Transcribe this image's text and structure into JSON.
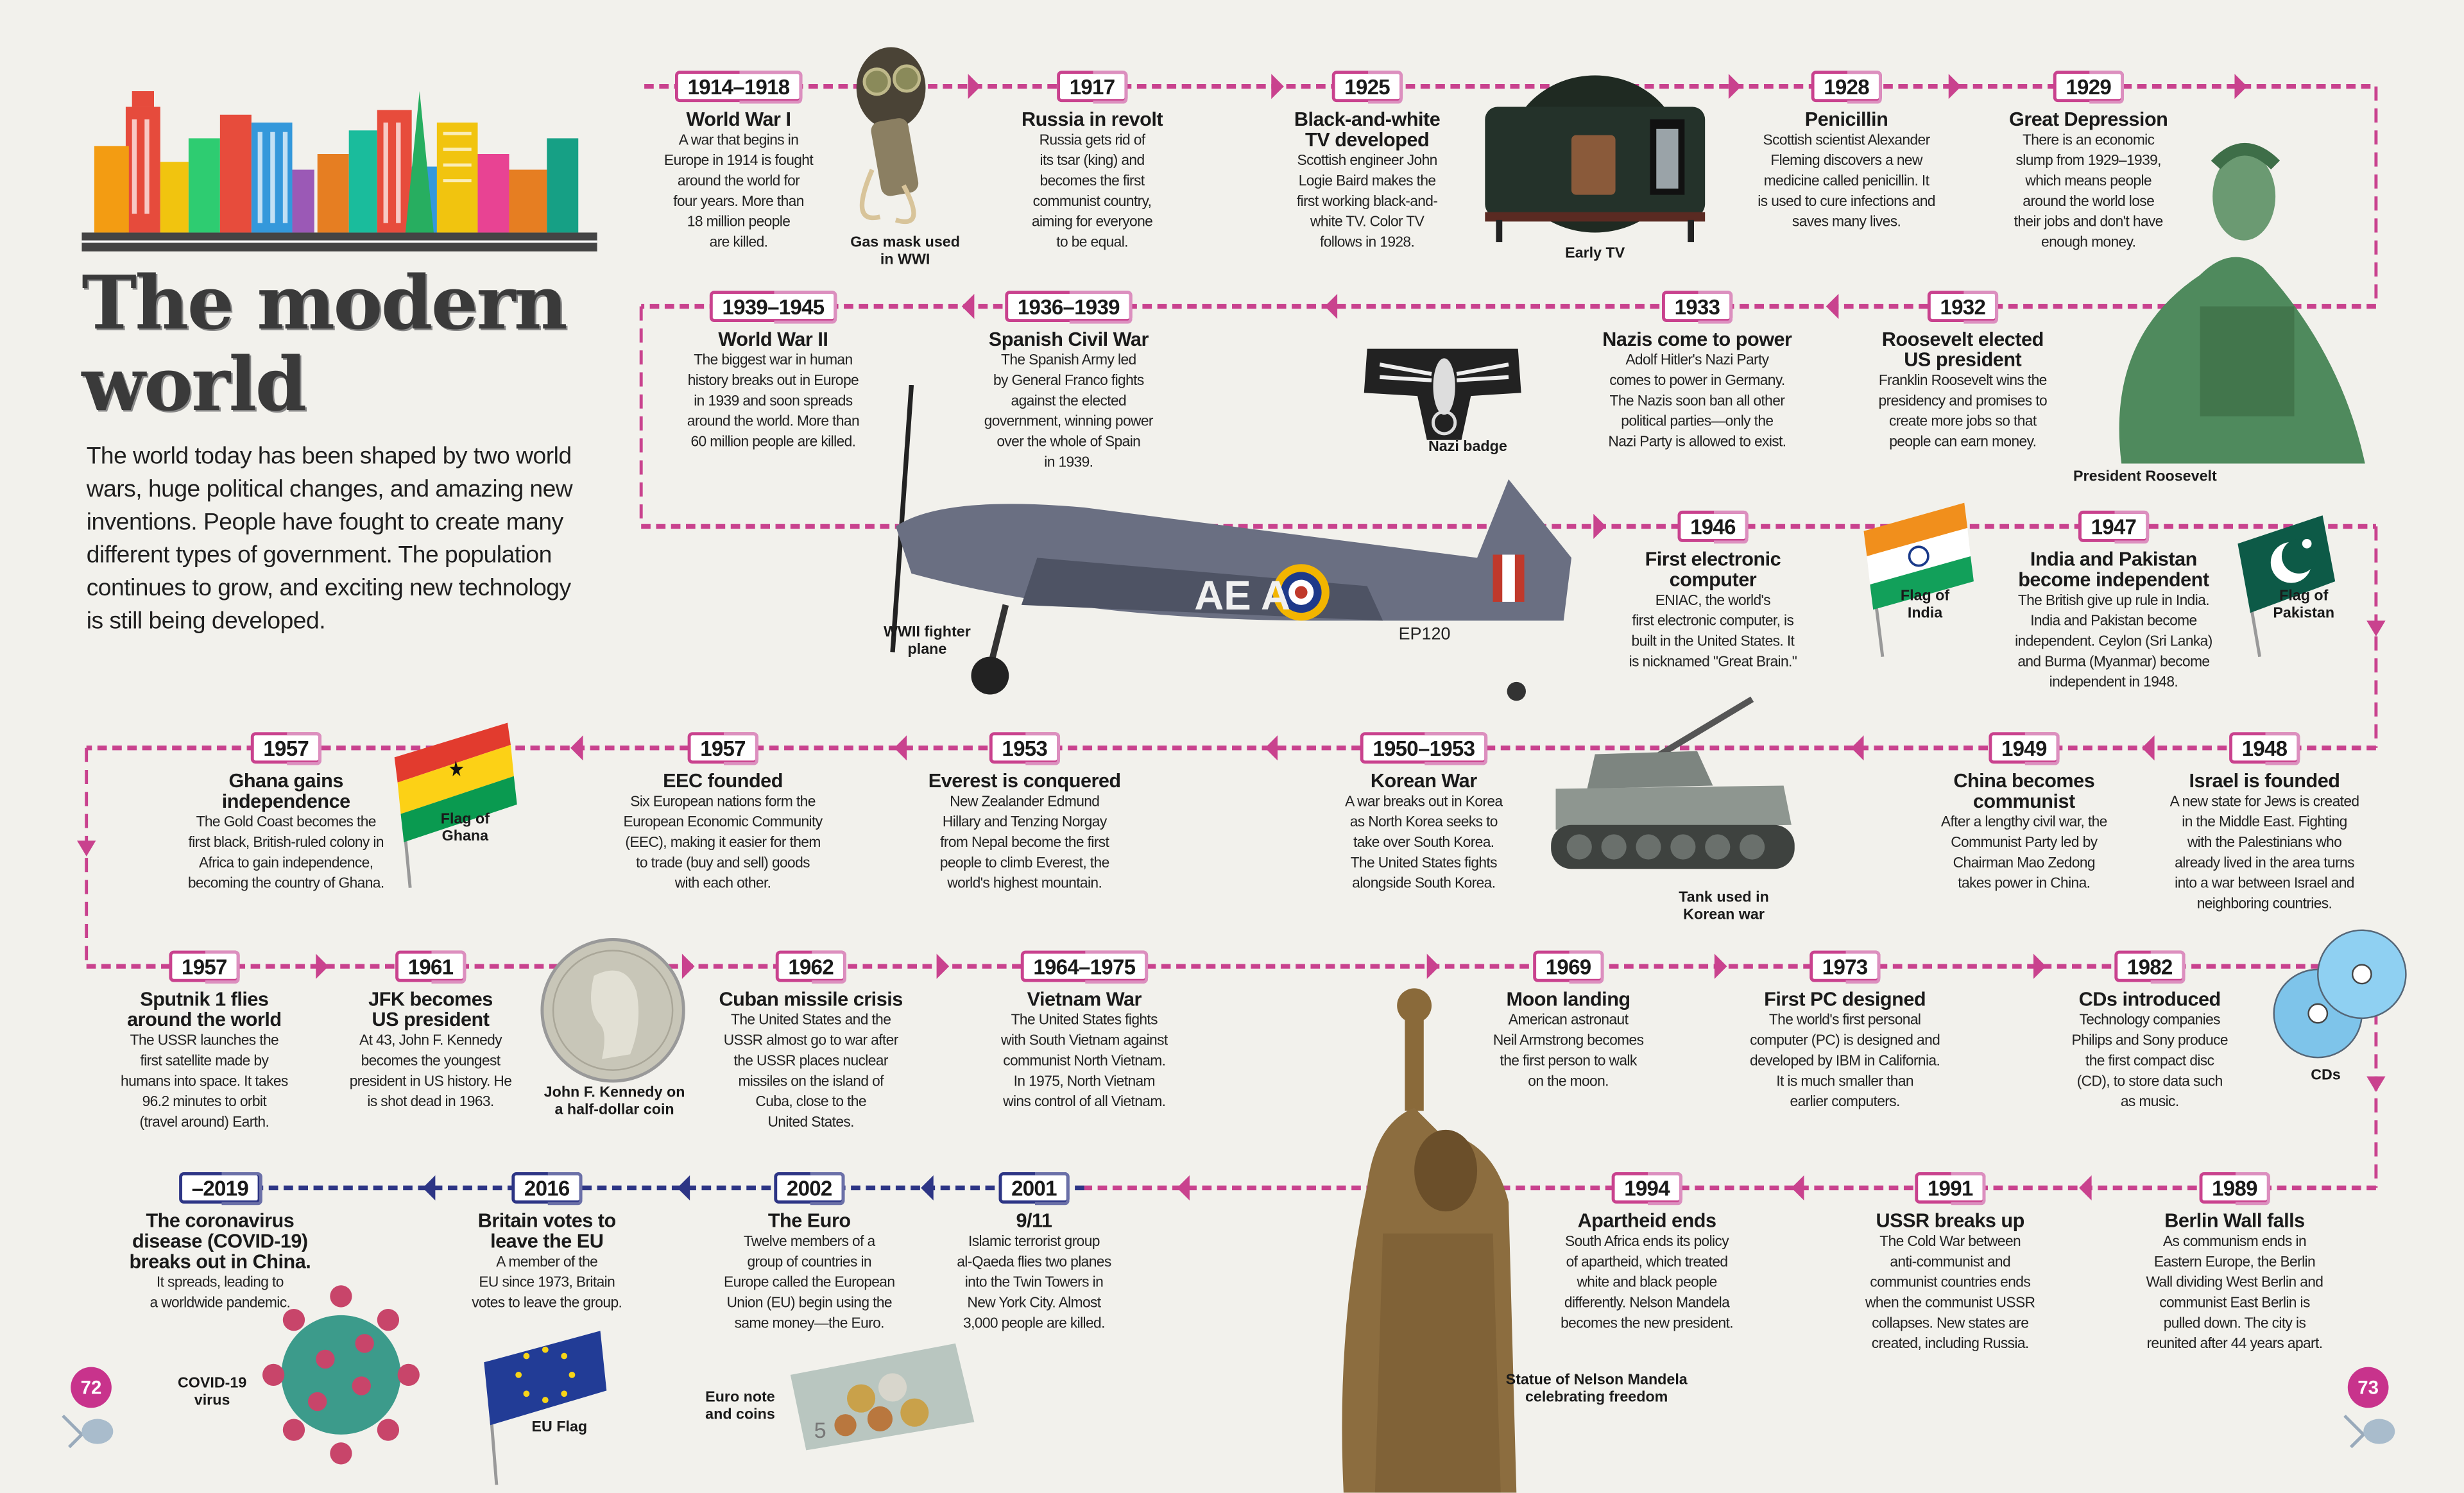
{
  "page": {
    "title": "The modern\nworld",
    "intro": "The world today has been shaped by two world wars, huge political changes, and amazing new inventions. People have fought to create many different types of government. The population continues to grow, and exciting new technology is still being developed.",
    "page_left": "72",
    "page_right": "73"
  },
  "colors": {
    "timeline": "#c9428e",
    "timeline_recent": "#2d3585",
    "background": "#f2f1ec",
    "page_number": "#c8338c"
  },
  "events": [
    {
      "date": "1914–1918",
      "title": "World War I",
      "text": "A war that begins in\nEurope in 1914 is fought\naround the world for\nfour years. More than\n18 million people\nare killed."
    },
    {
      "date": "1917",
      "title": "Russia in revolt",
      "text": "Russia gets rid of\nits tsar (king) and\nbecomes the first\ncommunist country,\naiming for everyone\nto be equal."
    },
    {
      "date": "1925",
      "title": "Black-and-white\nTV developed",
      "text": "Scottish engineer John\nLogie Baird makes the\nfirst working black-and-\nwhite TV. Color TV\nfollows in 1928."
    },
    {
      "date": "1928",
      "title": "Penicillin",
      "text": "Scottish scientist Alexander\nFleming discovers a new\nmedicine called penicillin. It\nis used to cure infections and\nsaves many lives."
    },
    {
      "date": "1929",
      "title": "Great Depression",
      "text": "There is an economic\nslump from 1929–1939,\nwhich means people\naround the world lose\ntheir jobs and don't have\nenough money."
    },
    {
      "date": "1939–1945",
      "title": "World War II",
      "text": "The biggest war in human\nhistory breaks out in Europe\nin 1939 and soon spreads\naround the world. More than\n60 million people are killed."
    },
    {
      "date": "1936–1939",
      "title": "Spanish Civil War",
      "text": "The Spanish Army led\nby General Franco fights\nagainst the elected\ngovernment, winning power\nover the whole of Spain\nin 1939."
    },
    {
      "date": "1933",
      "title": "Nazis come to power",
      "text": "Adolf Hitler's Nazi Party\ncomes to power in Germany.\nThe Nazis soon ban all other\npolitical parties—only the\nNazi Party is allowed to exist."
    },
    {
      "date": "1932",
      "title": "Roosevelt elected\nUS president",
      "text": "Franklin Roosevelt wins the\npresidency and promises to\ncreate more jobs so that\npeople can earn money."
    },
    {
      "date": "1946",
      "title": "First electronic\ncomputer",
      "text": "ENIAC, the world's\nfirst electronic computer, is\nbuilt in the United States. It\nis nicknamed \"Great Brain.\""
    },
    {
      "date": "1947",
      "title": "India and Pakistan\nbecome independent",
      "text": "The British give up rule in India.\nIndia and Pakistan become\nindependent. Ceylon (Sri Lanka)\nand Burma (Myanmar) become\nindependent in 1948."
    },
    {
      "date": "1957",
      "title": "Ghana gains\nindependence",
      "text": "The Gold Coast becomes the\nfirst black, British-ruled colony in\nAfrica to gain independence,\nbecoming the country of Ghana."
    },
    {
      "date": "1957",
      "title": "EEC founded",
      "text": "Six European nations form the\nEuropean Economic Community\n(EEC), making it easier for them\nto trade (buy and sell) goods\nwith each other."
    },
    {
      "date": "1953",
      "title": "Everest is conquered",
      "text": "New Zealander Edmund\nHillary and Tenzing Norgay\nfrom Nepal become the first\npeople to climb Everest, the\nworld's highest mountain."
    },
    {
      "date": "1950–1953",
      "title": "Korean War",
      "text": "A war breaks out in Korea\nas North Korea seeks to\ntake over South Korea.\nThe United States fights\nalongside South Korea."
    },
    {
      "date": "1949",
      "title": "China becomes\ncommunist",
      "text": "After a lengthy civil war, the\nCommunist Party led by\nChairman Mao Zedong\ntakes power in China."
    },
    {
      "date": "1948",
      "title": "Israel is founded",
      "text": "A new state for Jews is created\nin the Middle East. Fighting\nwith the Palestinians who\nalready lived in the area turns\ninto a war between Israel and\nneighboring countries."
    },
    {
      "date": "1957",
      "title": "Sputnik 1 flies\naround the world",
      "text": "The USSR launches the\nfirst satellite made by\nhumans into space. It takes\n96.2 minutes to orbit\n(travel around) Earth."
    },
    {
      "date": "1961",
      "title": "JFK becomes\nUS president",
      "text": "At 43, John F. Kennedy\nbecomes the youngest\npresident in US history. He\nis shot dead in 1963."
    },
    {
      "date": "1962",
      "title": "Cuban missile crisis",
      "text": "The United States and the\nUSSR almost go to war after\nthe USSR places nuclear\nmissiles on the island of\nCuba, close to the\nUnited States."
    },
    {
      "date": "1964–1975",
      "title": "Vietnam War",
      "text": "The United States fights\nwith South Vietnam against\ncommunist North Vietnam.\nIn 1975, North Vietnam\nwins control of all Vietnam."
    },
    {
      "date": "1969",
      "title": "Moon landing",
      "text": "American astronaut\nNeil Armstrong becomes\nthe first person to walk\non the moon."
    },
    {
      "date": "1973",
      "title": "First PC designed",
      "text": "The world's first personal\ncomputer (PC) is designed and\ndeveloped by IBM in California.\nIt is much smaller than\nearlier computers."
    },
    {
      "date": "1982",
      "title": "CDs introduced",
      "text": "Technology companies\nPhilips and Sony produce\nthe first compact disc\n(CD), to store data such\nas music."
    },
    {
      "date": "–2019",
      "title": "The coronavirus\ndisease (COVID-19)\nbreaks out in China.",
      "text": "It spreads, leading to\na worldwide pandemic."
    },
    {
      "date": "2016",
      "title": "Britain votes to\nleave the EU",
      "text": "A member of the\nEU since 1973, Britain\nvotes to leave the group."
    },
    {
      "date": "2002",
      "title": "The Euro",
      "text": "Twelve members of a\ngroup of countries in\nEurope called the European\nUnion (EU) begin using the\nsame money—the Euro."
    },
    {
      "date": "2001",
      "title": "9/11",
      "text": "Islamic terrorist group\nal-Qaeda flies two planes\ninto the Twin Towers in\nNew York City. Almost\n3,000 people are killed."
    },
    {
      "date": "1994",
      "title": "Apartheid ends",
      "text": "South Africa ends its policy\nof apartheid, which treated\nwhite and black people\ndifferently. Nelson Mandela\nbecomes the new president."
    },
    {
      "date": "1991",
      "title": "USSR breaks up",
      "text": "The Cold War between\nanti-communist and\ncommunist countries ends\nwhen the communist USSR\ncollapses. New states are\ncreated, including Russia."
    },
    {
      "date": "1989",
      "title": "Berlin Wall falls",
      "text": "As communism ends in\nEastern Europe, the Berlin\nWall dividing West Berlin and\ncommunist East Berlin is\npulled down. The city is\nreunited after 44 years apart."
    }
  ],
  "captions": {
    "gas_mask": "Gas mask used\nin WWI",
    "early_tv": "Early TV",
    "roosevelt": "President Roosevelt",
    "nazi_badge": "Nazi badge",
    "plane": "WWII fighter\nplane",
    "india_flag": "Flag of\nIndia",
    "pakistan_flag": "Flag of\nPakistan",
    "ghana_flag": "Flag of\nGhana",
    "tank": "Tank used in\nKorean war",
    "coin": "John F. Kennedy on\na half-dollar coin",
    "cds": "CDs",
    "mandela": "Statue of Nelson Mandela\ncelebrating freedom",
    "virus": "COVID-19\nvirus",
    "eu_flag": "EU Flag",
    "euro": "Euro note\nand coins"
  },
  "images": {
    "plane_markings": "AE  A",
    "plane_serial": "EP120"
  }
}
